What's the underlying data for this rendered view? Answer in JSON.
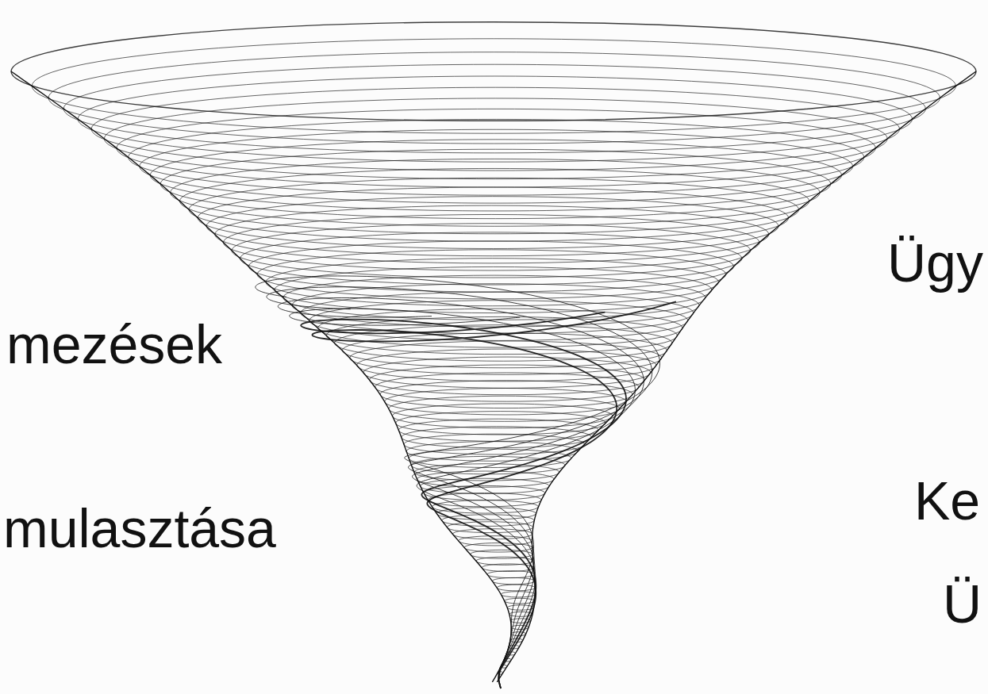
{
  "diagram": {
    "labels": [
      "Ügy",
      "mezések",
      "Ke",
      "mulasztása",
      "Ü"
    ]
  }
}
